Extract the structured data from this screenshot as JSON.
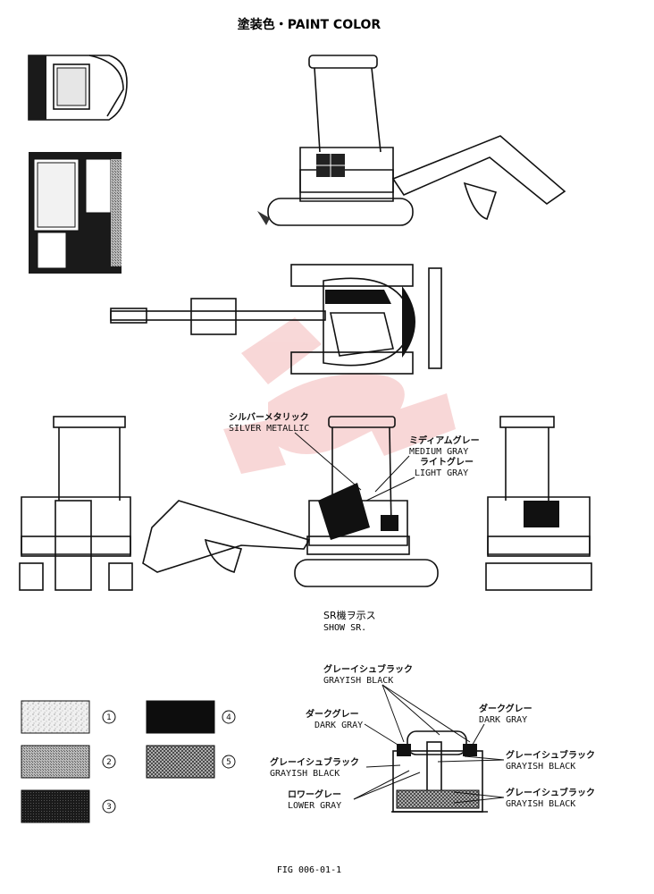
{
  "page": {
    "title": "塗装色・PAINT COLOR",
    "figure_id": "FIG 006-01-1"
  },
  "main_view": {
    "callouts": [
      {
        "jp": "シルバーメタリック",
        "en": "SILVER METALLIC"
      },
      {
        "jp": "ミディアムグレー",
        "en": "MEDIUM GRAY"
      },
      {
        "jp": "ライトグレー",
        "en": "LIGHT GRAY"
      }
    ],
    "note_jp": "SR機ヲ示ス",
    "note_en": "SHOW SR."
  },
  "legend": {
    "swatches": [
      {
        "number": "1",
        "pattern": "speckle-light",
        "color": "#e6e6e6"
      },
      {
        "number": "2",
        "pattern": "medium-gray",
        "color": "#a8a8a8"
      },
      {
        "number": "3",
        "pattern": "grayish-black",
        "color": "#2a2a2a"
      },
      {
        "number": "4",
        "pattern": "black",
        "color": "#0d0d0d"
      },
      {
        "number": "5",
        "pattern": "crosshatch-gray",
        "color": "#7a7a7a"
      }
    ]
  },
  "rear_view": {
    "callouts": [
      {
        "jp": "グレーイシュブラック",
        "en": "GRAYISH BLACK"
      },
      {
        "jp": "ダークグレー",
        "en": "DARK GRAY"
      },
      {
        "jp": "ダークグレー",
        "en": "DARK GRAY"
      },
      {
        "jp": "グレーイシュブラック",
        "en": "GRAYISH BLACK"
      },
      {
        "jp": "グレーイシュブラック",
        "en": "GRAYISH BLACK"
      },
      {
        "jp": "ロワーグレー",
        "en": "LOWER GRAY"
      },
      {
        "jp": "グレーイシュブラック",
        "en": "GRAYISH BLACK"
      }
    ]
  },
  "colors": {
    "ink": "#111111",
    "watermark": "#f3b8b8"
  }
}
